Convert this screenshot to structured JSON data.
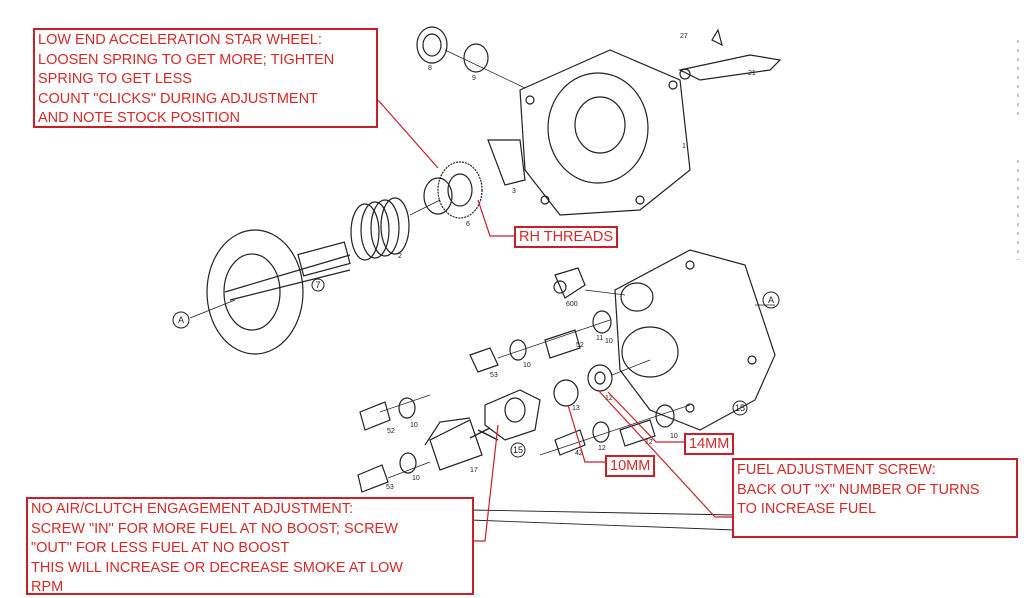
{
  "annotations": {
    "star_wheel": "LOW END ACCELERATION STAR WHEEL:\nLOOSEN SPRING TO GET MORE; TIGHTEN\nSPRING TO GET LESS\nCOUNT \"CLICKS\" DURING ADJUSTMENT\nAND NOTE STOCK POSITION",
    "rh_threads": "RH THREADS",
    "size_14mm": "14MM",
    "size_10mm": "10MM",
    "fuel_screw": "FUEL ADJUSTMENT SCREW:\nBACK OUT \"X\" NUMBER OF TURNS\nTO INCREASE FUEL",
    "no_air": "NO AIR/CLUTCH ENGAGEMENT ADJUSTMENT:\nSCREW \"IN\" FOR MORE FUEL AT NO BOOST; SCREW\n\"OUT\" FOR LESS FUEL AT NO BOOST\nTHIS WILL INCREASE OR DECREASE SMOKE AT LOW\nRPM"
  },
  "part_labels": {
    "p8": "8",
    "p9": "9",
    "p27": "27",
    "p21": "21",
    "p1": "1",
    "p3": "3",
    "p6": "6",
    "p2": "2",
    "p600": "600",
    "p11": "11",
    "p52a": "52",
    "p10a": "10",
    "p53a": "53",
    "p10b": "10",
    "p12a": "12",
    "p13": "13",
    "p10c": "10",
    "p42": "42",
    "p12b": "12",
    "p12c": "12",
    "p52b": "52",
    "p10d": "10",
    "p53b": "53",
    "p10e": "10",
    "p17": "17"
  },
  "circled_labels": {
    "a_left": "A",
    "a_right": "A",
    "c7": "7",
    "c15a": "15",
    "c15b": "15"
  },
  "colors": {
    "annotation": "#d42a2a",
    "line_art": "#222222"
  }
}
